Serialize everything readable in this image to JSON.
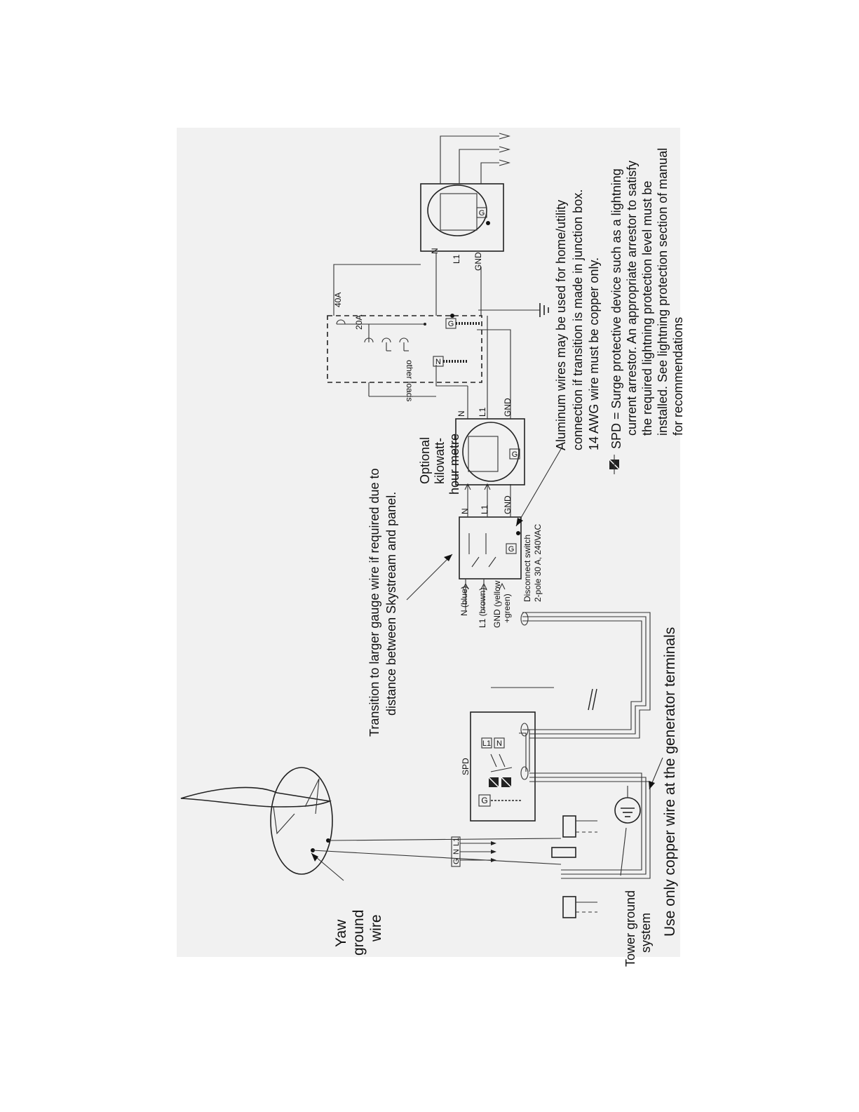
{
  "labels": {
    "yaw_ground_wire": [
      "Yaw",
      "ground",
      "wire"
    ],
    "tower_ground_system": [
      "Tower ground",
      "system"
    ],
    "copper_wire_note": "Use only copper wire at the generator terminals",
    "transition_note": [
      "Transition to larger gauge wire if required due to",
      "distance between Skystream and panel."
    ],
    "kwh_meter": [
      "Optional",
      "kilowatt-",
      "hour metre"
    ],
    "disconnect_switch": [
      "Disconnect switch",
      "2-pole 30 A, 240VAC"
    ],
    "aluminum_note": [
      "Aluminum wires may be used for home/utility",
      "connection if transition is made in junction box.",
      "14 AWG wire must be copper only."
    ],
    "spd_note": [
      "SPD = Surge protective device such as a lightning",
      "current arrestor.  An appropriate arrestor to satisfy",
      "the required lightning protection level must be",
      "installed.  See lightning protection section of manual",
      "for recommendations"
    ],
    "other_loads": "other loads",
    "spd": "SPD"
  },
  "wires": {
    "n_blue": "N (blue)",
    "l1_brown": "L1 (brown)",
    "gnd_yellow": [
      "GND (yellow",
      "+green)"
    ],
    "n": "N",
    "l1": "L1",
    "gnd": "GND",
    "g": "G",
    "tower_gnl1": [
      "G",
      "N",
      "L1"
    ]
  },
  "breakers": {
    "main": "40A",
    "branch": "20A"
  }
}
